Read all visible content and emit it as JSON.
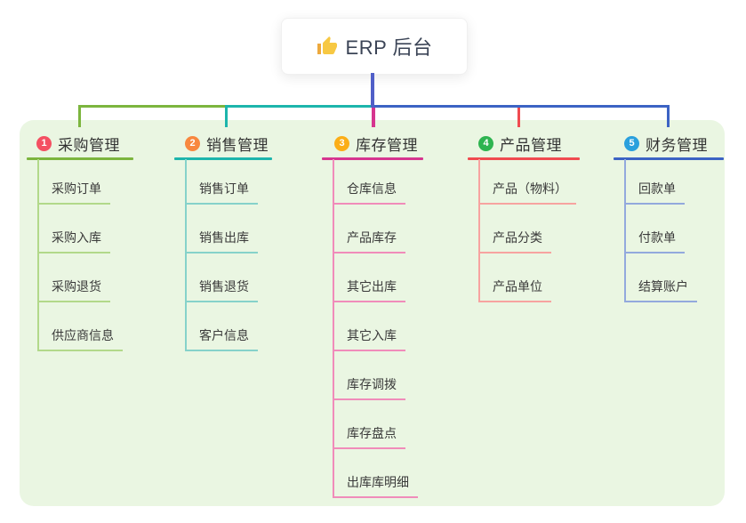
{
  "root": {
    "label": "ERP 后台",
    "icon": "thumbs-up-icon",
    "line_color": "#505fc8",
    "thumb_color": "#f7c843",
    "cuff_color": "#eda93d"
  },
  "panel": {
    "bg_color": "#eaf6e2"
  },
  "branches": [
    {
      "number": "1",
      "title": "采购管理",
      "badge_color": "#f45062",
      "line_color": "#7cb53e",
      "light_color": "#b2d98a",
      "children": [
        "采购订单",
        "采购入库",
        "采购退货",
        "供应商信息"
      ]
    },
    {
      "number": "2",
      "title": "销售管理",
      "badge_color": "#f8883f",
      "line_color": "#1db5ac",
      "light_color": "#86d2ca",
      "children": [
        "销售订单",
        "销售出库",
        "销售退货",
        "客户信息"
      ]
    },
    {
      "number": "3",
      "title": "库存管理",
      "badge_color": "#fbae17",
      "line_color": "#d6358f",
      "light_color": "#f08cba",
      "children": [
        "仓库信息",
        "产品库存",
        "其它出库",
        "其它入库",
        "库存调拨",
        "库存盘点",
        "出库库明细"
      ]
    },
    {
      "number": "4",
      "title": "产品管理",
      "badge_color": "#2eb450",
      "line_color": "#f04b50",
      "light_color": "#f7a3a0",
      "children": [
        "产品（物料）",
        "产品分类",
        "产品单位"
      ]
    },
    {
      "number": "5",
      "title": "财务管理",
      "badge_color": "#2aa0dd",
      "line_color": "#3c63c4",
      "light_color": "#93a9dd",
      "children": [
        "回款单",
        "付款单",
        "结算账户"
      ]
    }
  ]
}
